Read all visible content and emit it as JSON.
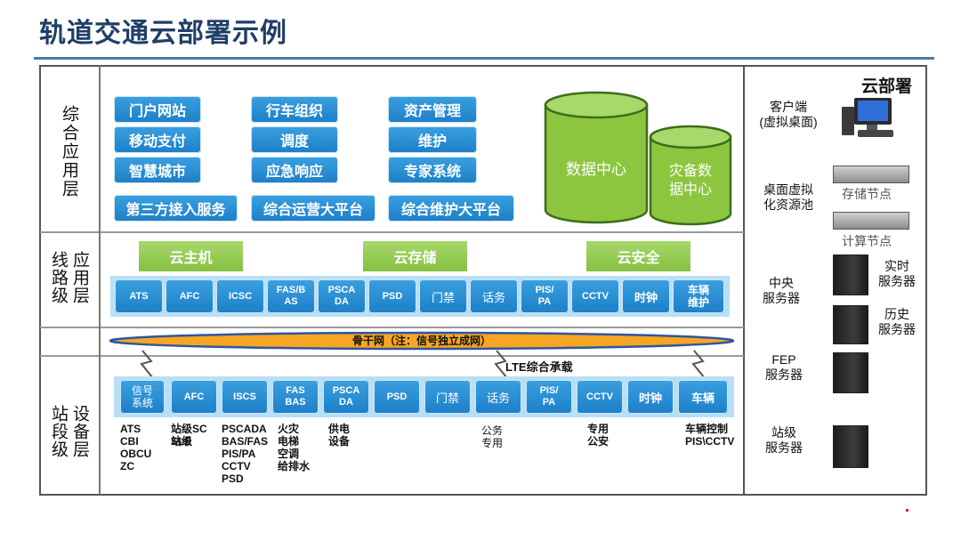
{
  "page": {
    "title": "轨道交通云部署示例"
  },
  "layers": {
    "app": "综合应用层",
    "line_l": "线路级",
    "line_r": "应用层",
    "station_l": "站段级",
    "station_r": "设备层"
  },
  "app_buttons": {
    "portal": "门户网站",
    "mobile_pay": "移动支付",
    "smart_city": "智慧城市",
    "third_party": "第三方接入服务",
    "train_org": "行车组织",
    "dispatch": "调度",
    "emergency": "应急响应",
    "ops_platform": "综合运营大平台",
    "asset": "资产管理",
    "maintain": "维护",
    "expert": "专家系统",
    "maint_platform": "综合维护大平台"
  },
  "datacenters": {
    "main": "数据中心",
    "backup_1": "灾备数",
    "backup_2": "据中心"
  },
  "cloud_services": {
    "host": "云主机",
    "storage": "云存储",
    "security": "云安全"
  },
  "line_systems": [
    "ATS",
    "AFC",
    "ICSC",
    "FAS/B AS",
    "PSCA DA",
    "PSD",
    "门禁",
    "话务",
    "PIS/ PA",
    "CCTV",
    "时钟",
    "车辆 维护"
  ],
  "backbone": {
    "label": "骨干网（注：信号独立成网）",
    "lte": "LTE综合承载"
  },
  "station_systems": [
    "信号 系统",
    "AFC",
    "ISCS",
    "FAS BAS",
    "PSCA DA",
    "PSD",
    "门禁",
    "话务",
    "PIS/ PA",
    "CCTV",
    "时钟",
    "车辆"
  ],
  "station_subs": {
    "signal": [
      "ATS",
      "CBI",
      "OBCU",
      "ZC"
    ],
    "afc": [
      "站级SC",
      "站级",
      "SLE"
    ],
    "iscs": [
      "PSCADA",
      "BAS/FAS",
      "PIS/PA",
      "CCTV",
      "PSD"
    ],
    "fas": [
      "火灾",
      "电梯",
      "空调",
      "给排水"
    ],
    "psca": [
      "供电",
      "设备"
    ],
    "phone": [
      "公务",
      "专用"
    ],
    "cctv": [
      "专用",
      "公安"
    ],
    "vehicle": [
      "车辆控制",
      "PIS\\CCTV"
    ]
  },
  "cloud": {
    "title": "云部署",
    "client_1": "客户端",
    "client_2": "(虚拟桌面)",
    "vdi_1": "桌面虚拟",
    "vdi_2": "化资源池",
    "storage_node": "存储节点",
    "compute_node": "计算节点",
    "central_1": "中央",
    "central_2": "服务器",
    "realtime_1": "实时",
    "realtime_2": "服务器",
    "history_1": "历史",
    "history_2": "服务器",
    "fep_1": "FEP",
    "fep_2": "服务器",
    "station_1": "站级",
    "station_2": "服务器"
  },
  "colors": {
    "title": "#1f3f66",
    "blue": "#1d7fc8",
    "green": "#8cc63f",
    "orange": "#f6a623",
    "rule": "#4a78a8"
  }
}
